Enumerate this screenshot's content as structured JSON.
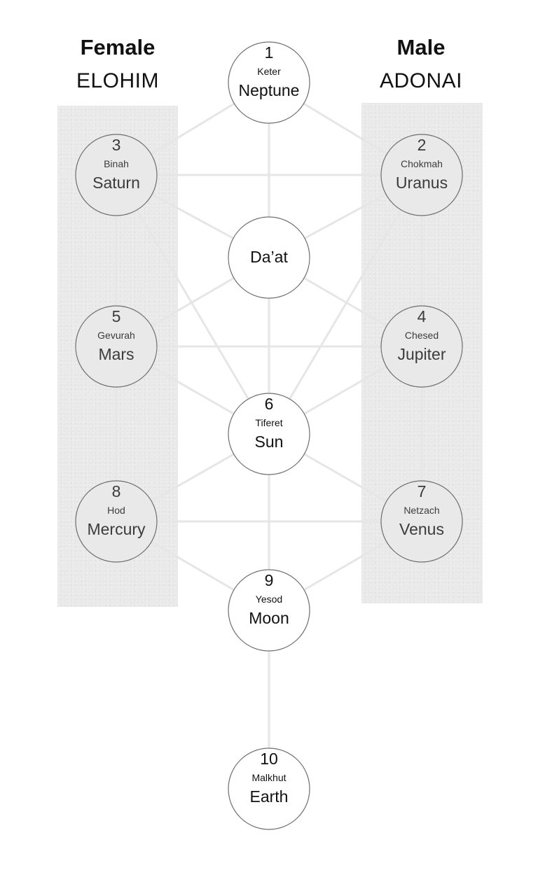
{
  "title": "Tree of Life — Sephirot and Planets",
  "headings": {
    "left": {
      "gender": "Female",
      "name": "ELOHIM"
    },
    "right": {
      "gender": "Male",
      "name": "ADONAI"
    }
  },
  "colors": {
    "panel": "#e9e9e9",
    "path_line": "#e6e6e6",
    "circle_stroke": "#6e6e6e",
    "center_text": "#111111",
    "side_text": "#3c3c3c"
  },
  "sephirot": [
    {
      "id": "keter",
      "number": "1",
      "hebrew": "Keter",
      "planet": "Neptune",
      "column": "center"
    },
    {
      "id": "chokmah",
      "number": "2",
      "hebrew": "Chokmah",
      "planet": "Uranus",
      "column": "right"
    },
    {
      "id": "binah",
      "number": "3",
      "hebrew": "Binah",
      "planet": "Saturn",
      "column": "left"
    },
    {
      "id": "daat",
      "number": "",
      "hebrew": "",
      "planet": "Da’at",
      "column": "center"
    },
    {
      "id": "chesed",
      "number": "4",
      "hebrew": "Chesed",
      "planet": "Jupiter",
      "column": "right"
    },
    {
      "id": "gevurah",
      "number": "5",
      "hebrew": "Gevurah",
      "planet": "Mars",
      "column": "left"
    },
    {
      "id": "tiferet",
      "number": "6",
      "hebrew": "Tiferet",
      "planet": "Sun",
      "column": "center"
    },
    {
      "id": "netzach",
      "number": "7",
      "hebrew": "Netzach",
      "planet": "Venus",
      "column": "right"
    },
    {
      "id": "hod",
      "number": "8",
      "hebrew": "Hod",
      "planet": "Mercury",
      "column": "left"
    },
    {
      "id": "yesod",
      "number": "9",
      "hebrew": "Yesod",
      "planet": "Moon",
      "column": "center"
    },
    {
      "id": "malkhut",
      "number": "10",
      "hebrew": "Malkhut",
      "planet": "Earth",
      "column": "center"
    }
  ],
  "paths": [
    [
      "keter",
      "chokmah"
    ],
    [
      "keter",
      "binah"
    ],
    [
      "keter",
      "daat"
    ],
    [
      "chokmah",
      "binah"
    ],
    [
      "binah",
      "daat"
    ],
    [
      "chokmah",
      "daat"
    ],
    [
      "binah",
      "gevurah"
    ],
    [
      "chokmah",
      "chesed"
    ],
    [
      "binah",
      "tiferet"
    ],
    [
      "chokmah",
      "tiferet"
    ],
    [
      "gevurah",
      "daat"
    ],
    [
      "chesed",
      "daat"
    ],
    [
      "daat",
      "tiferet"
    ],
    [
      "gevurah",
      "chesed"
    ],
    [
      "gevurah",
      "tiferet"
    ],
    [
      "chesed",
      "tiferet"
    ],
    [
      "gevurah",
      "hod"
    ],
    [
      "chesed",
      "netzach"
    ],
    [
      "tiferet",
      "hod"
    ],
    [
      "tiferet",
      "netzach"
    ],
    [
      "tiferet",
      "yesod"
    ],
    [
      "hod",
      "netzach"
    ],
    [
      "hod",
      "yesod"
    ],
    [
      "netzach",
      "yesod"
    ],
    [
      "yesod",
      "malkhut"
    ]
  ]
}
